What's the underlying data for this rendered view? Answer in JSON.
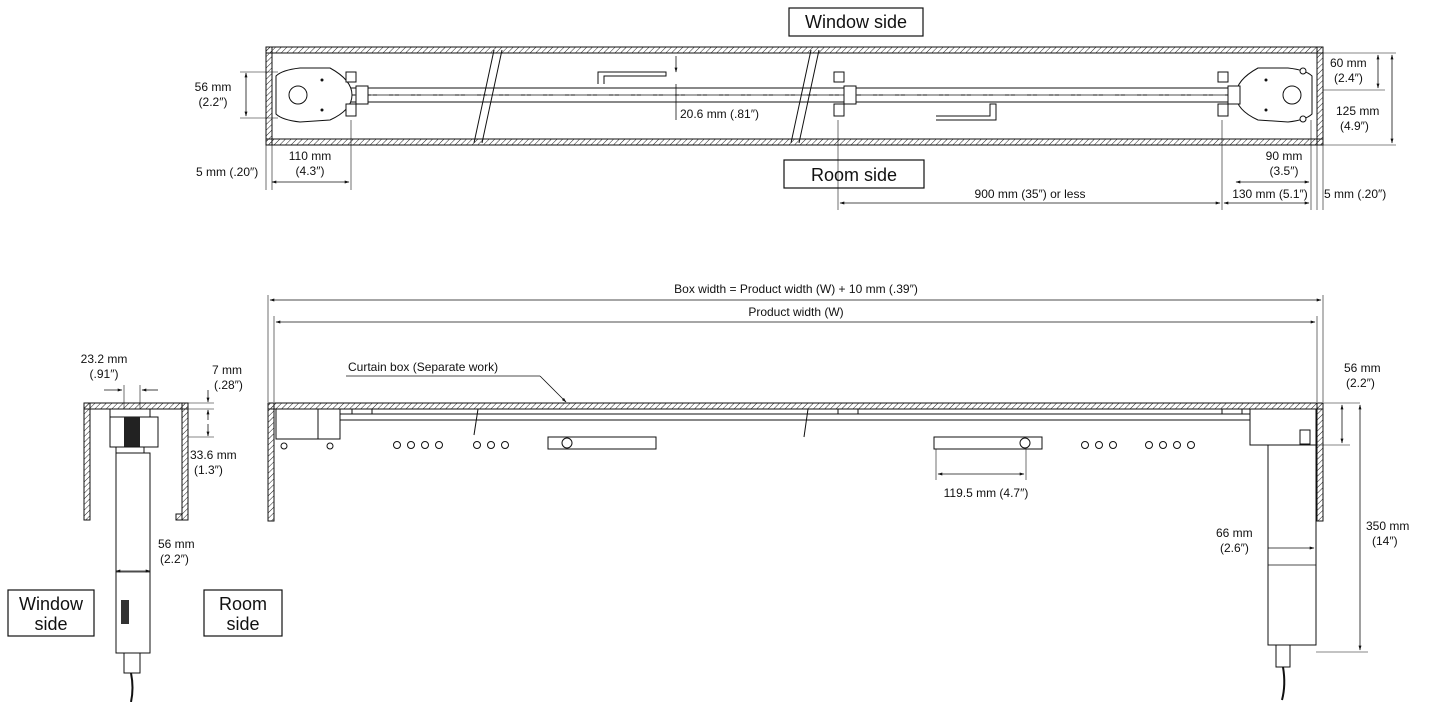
{
  "top_view": {
    "window_side_label": "Window side",
    "room_side_label": "Room side",
    "dim_56mm": "56 mm",
    "dim_56in": "(2.2″)",
    "dim_5mm_left": "5 mm (.20″)",
    "dim_110mm": "110 mm",
    "dim_110in": "(4.3″)",
    "dim_20_6": "20.6 mm (.81″)",
    "dim_60mm": "60 mm",
    "dim_60in": "(2.4″)",
    "dim_125mm": "125 mm",
    "dim_125in": "(4.9″)",
    "dim_90mm": "90 mm",
    "dim_90in": "(3.5″)",
    "dim_900": "900 mm (35″) or less",
    "dim_130": "130 mm (5.1″)",
    "dim_5mm_right": "5 mm (.20″)"
  },
  "front_view": {
    "box_width": "Box width = Product width (W) + 10 mm (.39″)",
    "product_width": "Product width (W)",
    "curtain_box": "Curtain box (Separate work)",
    "dim_119_5": "119.5 mm (4.7″)",
    "dim_56mm": "56 mm",
    "dim_56in": "(2.2″)",
    "dim_350mm": "350 mm",
    "dim_350in": "(14″)",
    "dim_66mm": "66 mm",
    "dim_66in": "(2.6″)"
  },
  "side_view": {
    "dim_23_2mm": "23.2 mm",
    "dim_23_2in": "(.91″)",
    "dim_7mm": "7 mm",
    "dim_7in": "(.28″)",
    "dim_33_6mm": "33.6 mm",
    "dim_33_6in": "(1.3″)",
    "dim_56mm": "56 mm",
    "dim_56in": "(2.2″)",
    "window_l1": "Window",
    "window_l2": "side",
    "room_l1": "Room",
    "room_l2": "side"
  }
}
